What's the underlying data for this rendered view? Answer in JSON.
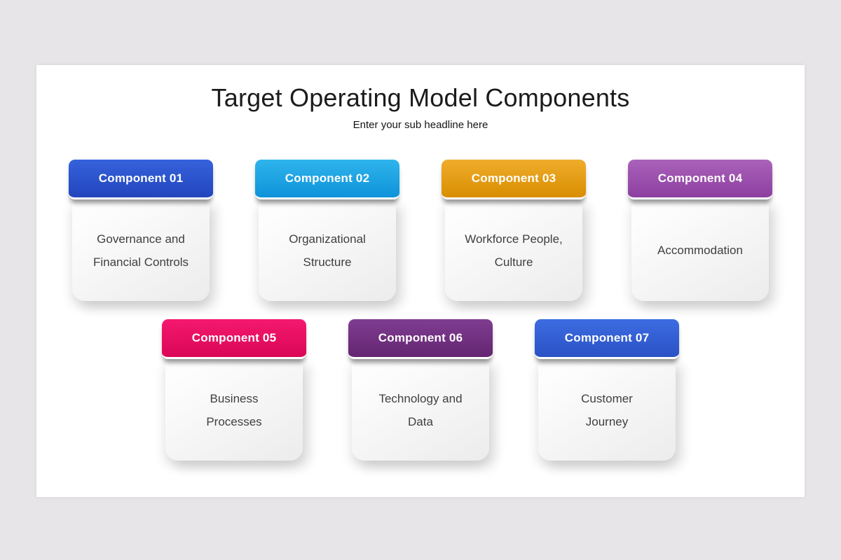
{
  "slide": {
    "title": "Target Operating Model Components",
    "subtitle": "Enter your sub headline here",
    "background_color": "#e7e5e8",
    "canvas_color": "#ffffff"
  },
  "components": [
    {
      "label": "Component 01",
      "lines": [
        "Governance and",
        "Financial Controls"
      ],
      "color_top": "#3562dc",
      "color_bottom": "#2345bd"
    },
    {
      "label": "Component 02",
      "lines": [
        "Organizational",
        "Structure"
      ],
      "color_top": "#2fb4ec",
      "color_bottom": "#0e93da"
    },
    {
      "label": "Component 03",
      "lines": [
        "Workforce People,",
        "Culture"
      ],
      "color_top": "#efac2c",
      "color_bottom": "#d98e00"
    },
    {
      "label": "Component 04",
      "lines": [
        "Accommodation"
      ],
      "color_top": "#aa62ba",
      "color_bottom": "#8d3fa0"
    },
    {
      "label": "Component 05",
      "lines": [
        "Business",
        "Processes"
      ],
      "color_top": "#f4196f",
      "color_bottom": "#da0656"
    },
    {
      "label": "Component 06",
      "lines": [
        "Technology and",
        "Data"
      ],
      "color_top": "#7f3d91",
      "color_bottom": "#642571"
    },
    {
      "label": "Component 07",
      "lines": [
        "Customer",
        "Journey"
      ],
      "color_top": "#3d6ce2",
      "color_bottom": "#2a52c5"
    }
  ]
}
